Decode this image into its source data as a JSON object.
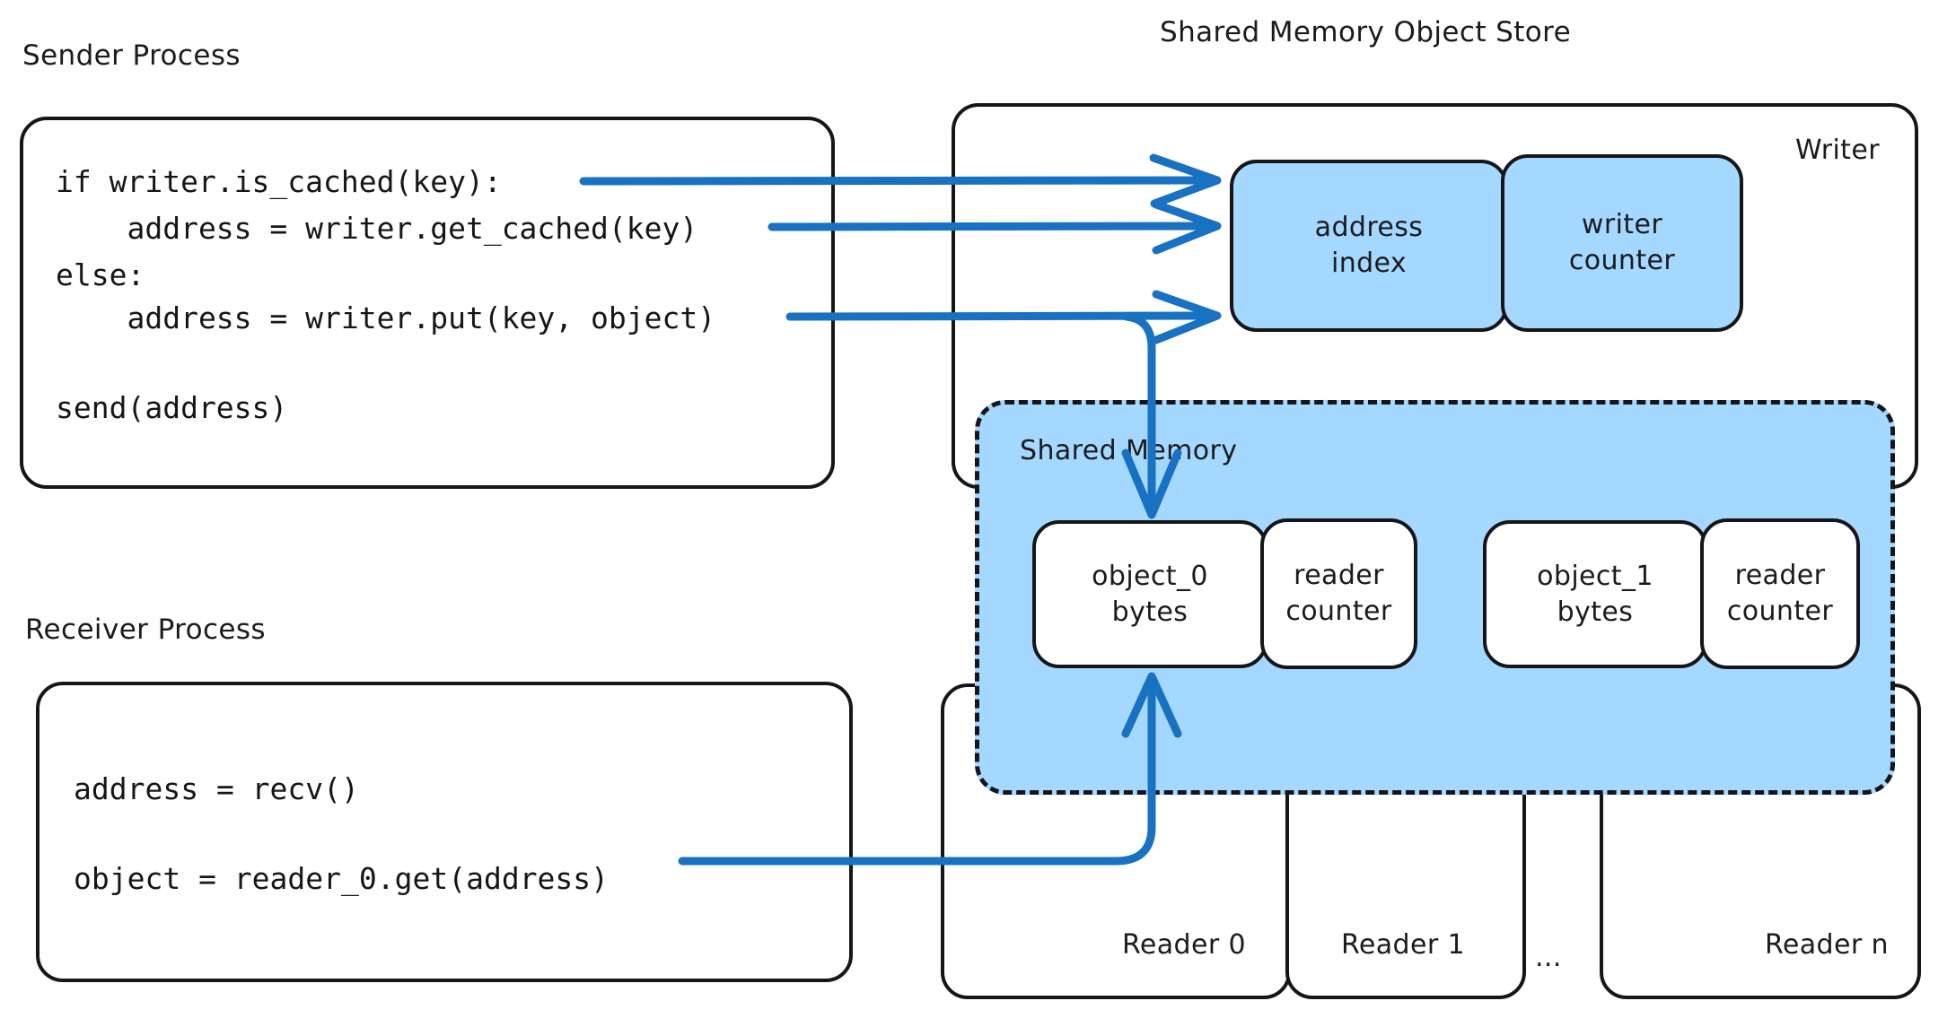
{
  "diagram": {
    "title_left_top": "Sender Process",
    "title_left_bottom": "Receiver Process",
    "title_right": "Shared Memory Object Store",
    "writer_label": "Writer",
    "shared_memory_label": "Shared Memory",
    "ellipsis": "...",
    "accent_blue": "#1971c2",
    "fill_blue": "#a5d8ff",
    "stroke_black": "#16161a"
  },
  "sender_code": {
    "line1": "if writer.is_cached(key):",
    "line2": "    address = writer.get_cached(key)",
    "line3": "else:",
    "line4": "    address = writer.put(key, object)",
    "line5": "",
    "line6": "send(address)"
  },
  "receiver_code": {
    "line1": "address = recv()",
    "line2": "",
    "line3": "object = reader_0.get(address)"
  },
  "writer_cells": [
    {
      "label": "address\nindex"
    },
    {
      "label": "writer\ncounter"
    }
  ],
  "shared_memory_cells": [
    {
      "label": "object_0\nbytes"
    },
    {
      "label": "reader\ncounter"
    },
    {
      "label": "object_1\nbytes"
    },
    {
      "label": "reader\ncounter"
    }
  ],
  "readers": [
    {
      "label": "Reader 0"
    },
    {
      "label": "Reader 1"
    },
    {
      "label": "Reader n"
    }
  ]
}
